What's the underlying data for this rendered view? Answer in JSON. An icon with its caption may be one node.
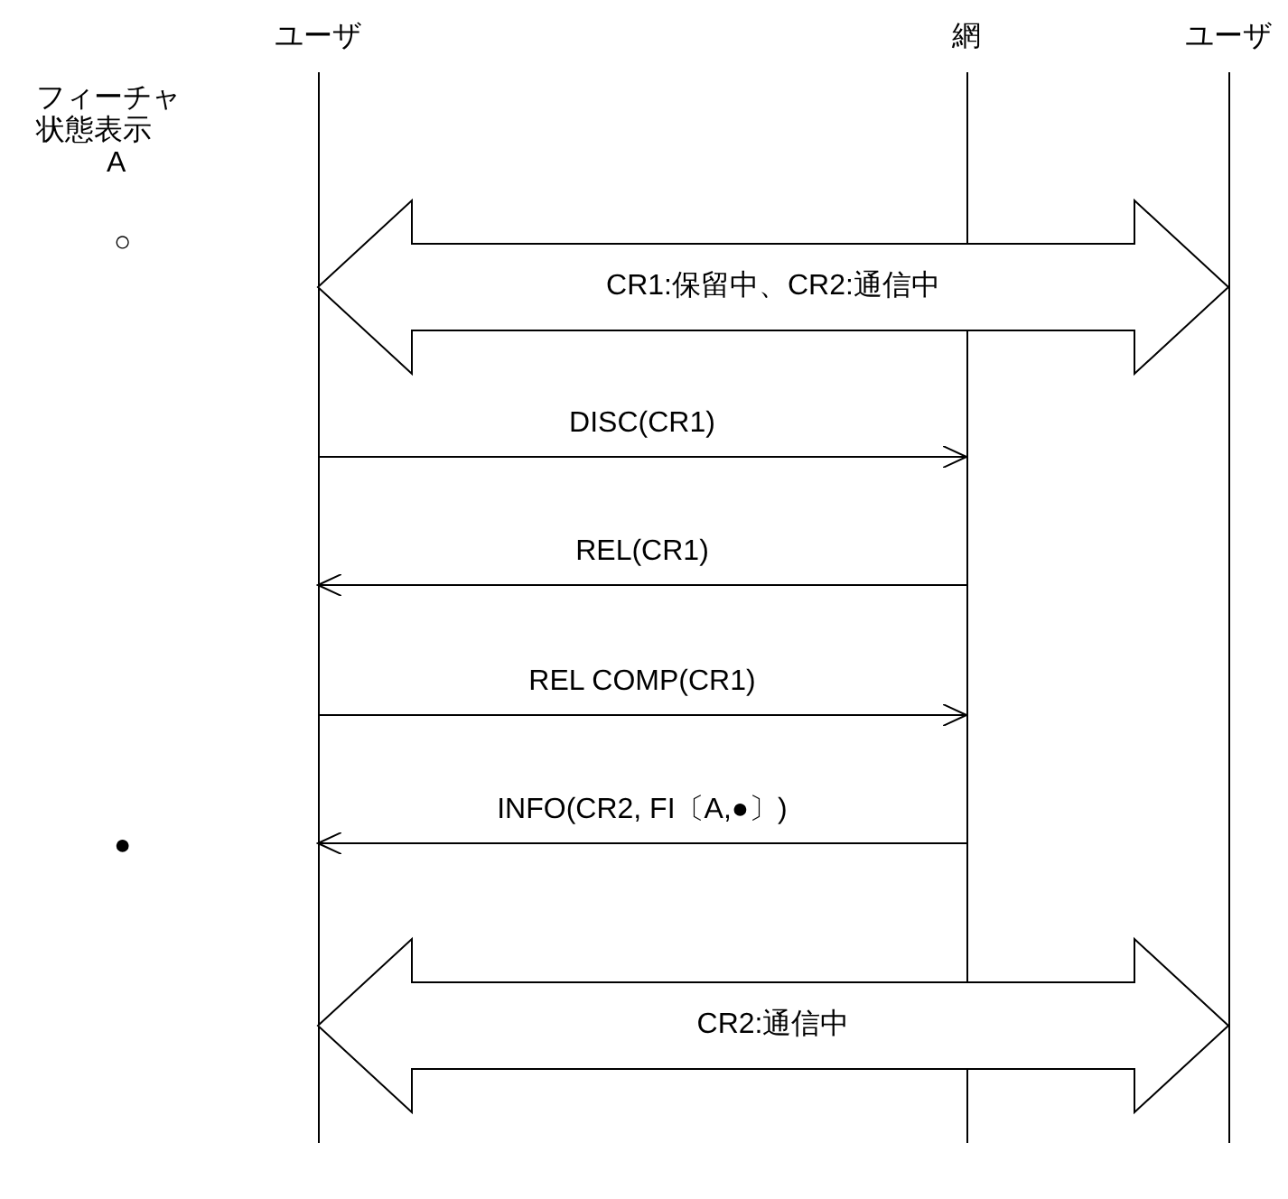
{
  "diagram": {
    "nodes": [
      {
        "text": [
          "ユーザ"
        ]
      },
      {
        "text": [
          "網"
        ]
      },
      {
        "text": [
          "ユーザ"
        ]
      }
    ],
    "edges": [
      {
        "from": 0,
        "to": 2,
        "arrow": "both",
        "label": "CR1:保留中、CR2:通信中",
        "style": "thick"
      },
      {
        "from": 0,
        "to": 1,
        "arrow": "to",
        "label": "DISC(CR1)"
      },
      {
        "from": 1,
        "to": 0,
        "arrow": "to",
        "label": "REL(CR1)"
      },
      {
        "from": 0,
        "to": 1,
        "arrow": "to",
        "label": "REL COMP(CR1)"
      },
      {
        "from": 1,
        "to": 0,
        "arrow": "to",
        "label": "INFO(CR2, FI〔A,●〕)"
      },
      {
        "from": 0,
        "to": 2,
        "arrow": "both",
        "label": "CR2:通信中",
        "style": "thick"
      }
    ],
    "labels": [
      "フィーチャ状態表示",
      "A",
      "○",
      "●"
    ]
  }
}
